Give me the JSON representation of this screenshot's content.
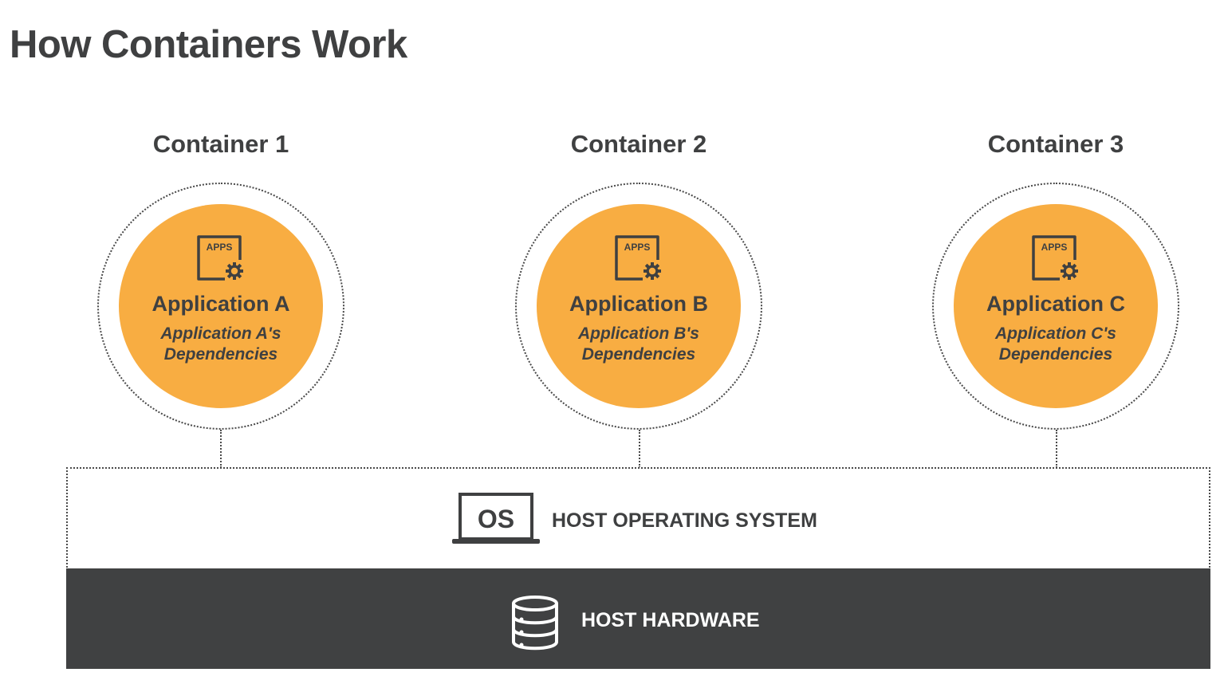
{
  "title": "How Containers Work",
  "containers": [
    {
      "label": "Container 1",
      "icon_text": "APPS",
      "app_name": "Application A",
      "dependencies": "Application A's Dependencies"
    },
    {
      "label": "Container 2",
      "icon_text": "APPS",
      "app_name": "Application B",
      "dependencies": "Application B's Dependencies"
    },
    {
      "label": "Container 3",
      "icon_text": "APPS",
      "app_name": "Application C",
      "dependencies": "Application C's Dependencies"
    }
  ],
  "os_layer": {
    "icon_text": "OS",
    "label": "HOST OPERATING SYSTEM",
    "icon": "laptop-icon"
  },
  "hardware_layer": {
    "label": "HOST HARDWARE",
    "icon": "database-icon"
  },
  "colors": {
    "app_circle": "#f8ad42",
    "text_dark": "#3f4041",
    "hardware_bg": "#404142",
    "hardware_text": "#ffffff"
  }
}
